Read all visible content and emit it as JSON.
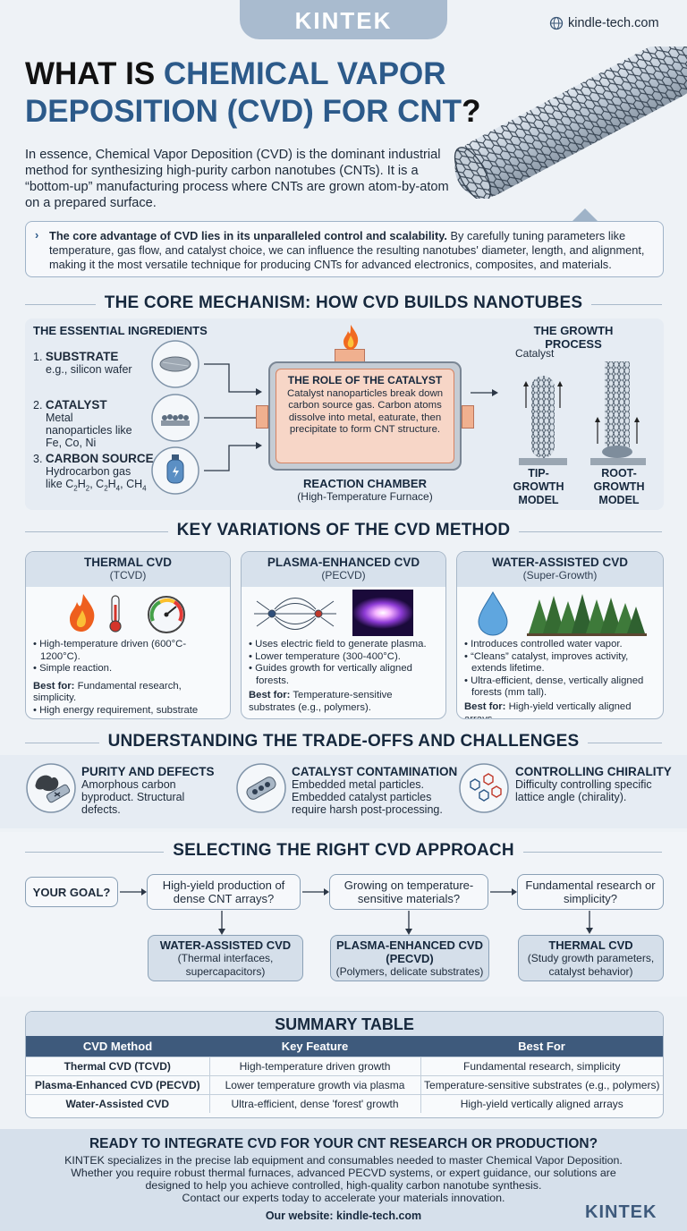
{
  "brand": {
    "logo": "KINTEK",
    "website": "kindle-tech.com"
  },
  "hero": {
    "title_part1": "WHAT IS ",
    "title_part2": "CHEMICAL VAPOR",
    "title_line2a": "DEPOSITION (CVD) FOR CNT",
    "title_line2b": "?",
    "intro": "In essence, Chemical Vapor Deposition (CVD) is the dominant industrial method for synthesizing high-purity carbon nanotubes (CNTs). It is a “bottom-up” manufacturing process where CNTs are grown atom-by-atom on a prepared surface.",
    "callout_bold": "The core advantage of CVD lies in its unparalleled control and scalability.",
    "callout_rest": " By carefully tuning parameters like temperature, gas flow, and catalyst choice, we can influence the resulting nanotubes' diameter, length, and alignment, making it the most versatile technique for producing CNTs for advanced electronics, composites, and materials."
  },
  "mechanism": {
    "title": "THE CORE MECHANISM: HOW CVD BUILDS NANOTUBES",
    "ingredients_title": "THE ESSENTIAL INGREDIENTS",
    "ingredients": [
      {
        "num": "1.",
        "name": "SUBSTRATE",
        "desc": "e.g., silicon wafer"
      },
      {
        "num": "2.",
        "name": "CATALYST",
        "desc": "Metal nanoparticles like Fe, Co, Ni"
      },
      {
        "num": "3.",
        "name": "CARBON SOURCE",
        "desc1": "Hydrocarbon gas",
        "desc2_prefix": "like C",
        "desc2_parts": [
          "2",
          "H",
          "2",
          ", C",
          "2",
          "H",
          "4",
          ", CH",
          "4"
        ]
      }
    ],
    "catalyst_title": "THE ROLE OF THE CATALYST",
    "catalyst_text": "Catalyst nanoparticles break down carbon source gas. Carbon atoms dissolve into metal, eaturate, then precipitate to form CNT structure.",
    "chamber_label": "REACTION CHAMBER",
    "chamber_sub": "(High-Temperature Furnace)",
    "growth_title": "THE GROWTH PROCESS",
    "catalyst_label": "Catalyst",
    "tip_label": "TIP-GROWTH MODEL",
    "root_label": "ROOT-GROWTH MODEL"
  },
  "variations": {
    "title": "KEY VARIATIONS OF THE CVD METHOD",
    "cards": [
      {
        "name": "THERMAL CVD",
        "abbr": "(TCVD)",
        "bullets": [
          "High-temperature driven (600°C-1200°C).",
          "Simple reaction."
        ],
        "best_label": "Best for:",
        "best": " Fundamental research, simplicity.",
        "extra": [
          "High energy requirement, substrate limitations."
        ]
      },
      {
        "name": "PLASMA-ENHANCED CVD",
        "abbr": "(PECVD)",
        "bullets": [
          "Uses electric field to generate plasma.",
          "Lower temperature (300-400°C).",
          "Guides growth for vertically aligned forests."
        ],
        "best_label": "Best for:",
        "best": " Temperature-sensitive substrates (e.g., polymers).",
        "extra": []
      },
      {
        "name": "WATER-ASSISTED CVD",
        "abbr": "(Super-Growth)",
        "bullets": [
          "Introduces controlled water vapor.",
          "“Cleans” catalyst, improves activity, extends lifetime.",
          "Ultra-efficient, dense, vertically aligned forests (mm tall)."
        ],
        "best_label": "Best for:",
        "best": " High-yield vertically aligned arrays.",
        "extra": []
      }
    ]
  },
  "tradeoffs": {
    "title": "UNDERSTANDING THE TRADE-OFFS AND CHALLENGES",
    "items": [
      {
        "name": "PURITY AND DEFECTS",
        "desc": "Amorphous carbon byproduct. Structural defects."
      },
      {
        "name": "CATALYST CONTAMINATION",
        "desc": "Embedded metal particles. Embedded catalyst particles require harsh post-processing."
      },
      {
        "name": "CONTROLLING CHIRALITY",
        "desc": "Difficulty controlling specific lattice angle (chirality)."
      }
    ]
  },
  "selecting": {
    "title": "SELECTING THE RIGHT CVD APPROACH",
    "goal": "YOUR GOAL?",
    "questions": [
      "High-yield production of dense CNT arrays?",
      "Growing on temperature-sensitive materials?",
      "Fundamental research or simplicity?"
    ],
    "results": [
      {
        "name": "WATER-ASSISTED CVD",
        "desc": "(Thermal interfaces, supercapacitors)"
      },
      {
        "name": "PLASMA-ENHANCED CVD (PECVD)",
        "desc": "(Polymers, delicate substrates)"
      },
      {
        "name": "THERMAL CVD",
        "desc": "(Study growth parameters, catalyst behavior)"
      }
    ]
  },
  "summary": {
    "title": "SUMMARY TABLE",
    "headers": [
      "CVD Method",
      "Key Feature",
      "Best For"
    ],
    "rows": [
      [
        "Thermal CVD (TCVD)",
        "High-temperature driven growth",
        "Fundamental research, simplicity"
      ],
      [
        "Plasma-Enhanced CVD (PECVD)",
        "Lower temperature growth via plasma",
        "Temperature-sensitive substrates (e.g., polymers)"
      ],
      [
        "Water-Assisted CVD",
        "Ultra-efficient, dense 'forest' growth",
        "High-yield vertically aligned arrays"
      ]
    ]
  },
  "footer": {
    "title": "READY TO INTEGRATE CVD FOR YOUR CNT RESEARCH OR PRODUCTION?",
    "line1": "KINTEK specializes in the precise lab equipment and consumables needed to master Chemical Vapor Deposition.",
    "line2": "Whether you require robust thermal furnaces, advanced PECVD systems, or expert guidance, our solutions are",
    "line3": "designed to help you achieve controlled, high-quality carbon nanotube synthesis.",
    "line4": "Contact our experts today to accelerate your materials innovation.",
    "website": "Our website: kindle-tech.com",
    "logo": "KINTEK"
  },
  "colors": {
    "navy": "#1f3b5c",
    "accent": "#2c5a8a",
    "header_band": "#b8c7d8"
  }
}
